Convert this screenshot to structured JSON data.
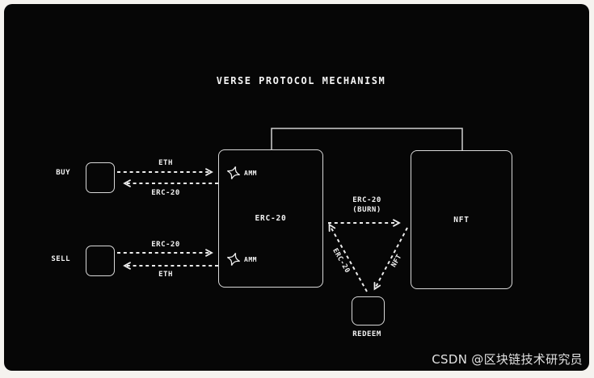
{
  "diagram": {
    "title": "VERSE PROTOCOL MECHANISM",
    "nodes": {
      "buy": "BUY",
      "sell": "SELL",
      "erc20": "ERC-20",
      "nft": "NFT",
      "redeem": "REDEEM"
    },
    "edge_labels": {
      "buy_eth": "ETH",
      "buy_erc20": "ERC-20",
      "sell_erc20": "ERC-20",
      "sell_eth": "ETH",
      "amm_top": "AMM",
      "amm_bottom": "AMM",
      "burn_line1": "ERC-20",
      "burn_line2": "(BURN)",
      "redeem_erc20": "ERC-20",
      "redeem_nft": "NFT"
    }
  },
  "watermark": "CSDN @区块链技术研究员",
  "colors": {
    "page_bg": "#f5f3ef",
    "canvas_bg": "#060606",
    "line": "#ececec",
    "box_border": "#d8d8d8",
    "text": "#f2f2f2"
  }
}
